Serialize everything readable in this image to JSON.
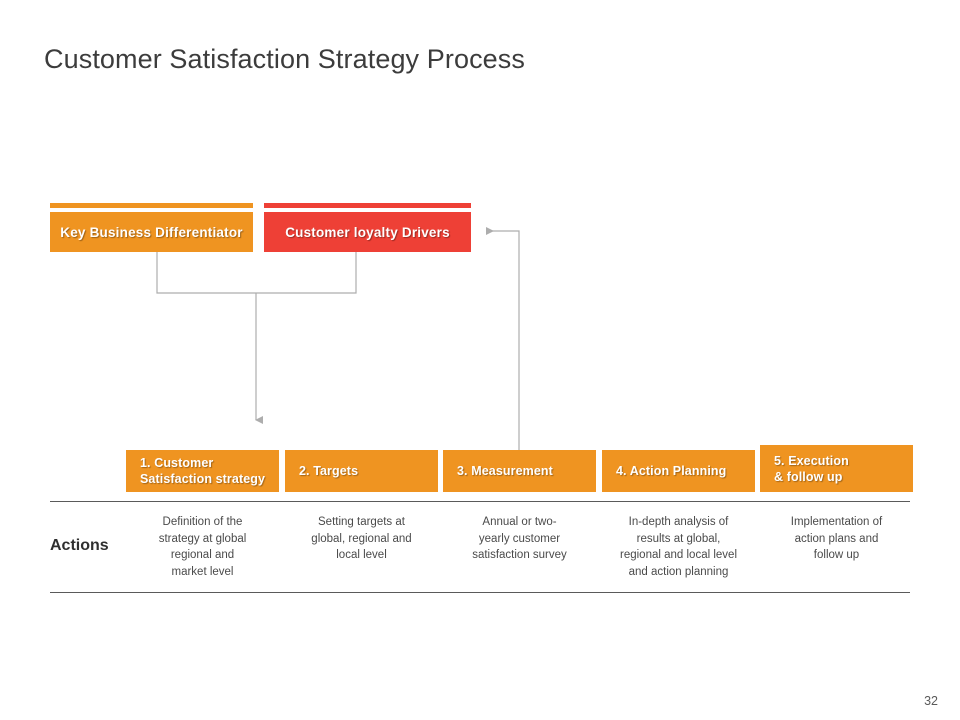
{
  "slide": {
    "title": "Customer Satisfaction Strategy Process",
    "page_number": "32"
  },
  "colors": {
    "orange": "#EF9421",
    "red": "#EE4036",
    "connector_gray": "#ADADAD",
    "rule_gray": "#5A5A5A",
    "title_gray": "#3C3C3C"
  },
  "inputs": [
    {
      "id": "key-business-differentiator",
      "label": "Key Business Differentiator",
      "color": "#EF9421"
    },
    {
      "id": "customer-loyalty-drivers",
      "label": "Customer loyalty Drivers",
      "color": "#EE4036"
    }
  ],
  "process": {
    "steps": [
      {
        "number": "1.",
        "title": "Customer\nSatisfaction strategy",
        "display": "1.  Customer\n     Satisfaction strategy"
      },
      {
        "number": "2.",
        "title": "Targets",
        "display": "2.  Targets"
      },
      {
        "number": "3.",
        "title": "Measurement",
        "display": "3.  Measurement"
      },
      {
        "number": "4.",
        "title": "Action Planning",
        "display": "4.   Action Planning"
      },
      {
        "number": "5.",
        "title": "Execution\n& follow up",
        "display": "5.   Execution\n      & follow up"
      }
    ]
  },
  "actions": {
    "row_label": "Actions",
    "cells": [
      "Definition of the\nstrategy at global\nregional and\nmarket level",
      "Setting targets at\nglobal, regional and\nlocal level",
      "Annual or two-\nyearly customer\nsatisfaction survey",
      "In-depth analysis of\nresults at global,\nregional and local level\nand action planning",
      "Implementation of\naction plans and\nfollow up"
    ]
  },
  "connectors": {
    "bracket_description": "bracket joining both input boxes down into step 1",
    "feedback_description": "feedback arrow from step 3 back to Customer loyalty Drivers"
  }
}
